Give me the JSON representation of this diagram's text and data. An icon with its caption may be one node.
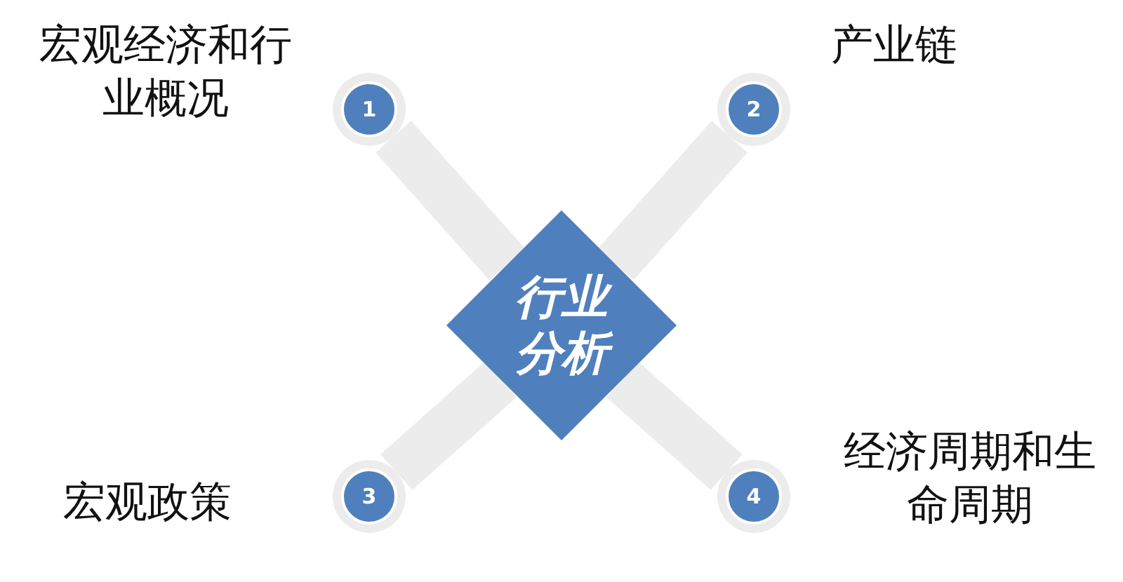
{
  "diagram": {
    "nodes": [
      {
        "text": [
          "1"
        ],
        "beside": [
          "宏观经济和行业概况"
        ]
      },
      {
        "text": [
          "2"
        ],
        "beside": [
          "产业链"
        ]
      },
      {
        "text": [
          "行业分析"
        ]
      },
      {
        "text": [
          "3"
        ],
        "beside": [
          "宏观政策"
        ]
      },
      {
        "text": [
          "4"
        ],
        "beside": [
          "经济周期和生命周期"
        ]
      }
    ],
    "edges": [
      {
        "from": 2,
        "to": 0,
        "arrow": "none"
      },
      {
        "from": 2,
        "to": 1,
        "arrow": "none"
      },
      {
        "from": 2,
        "to": 3,
        "arrow": "none"
      },
      {
        "from": 2,
        "to": 4,
        "arrow": "none"
      }
    ]
  }
}
